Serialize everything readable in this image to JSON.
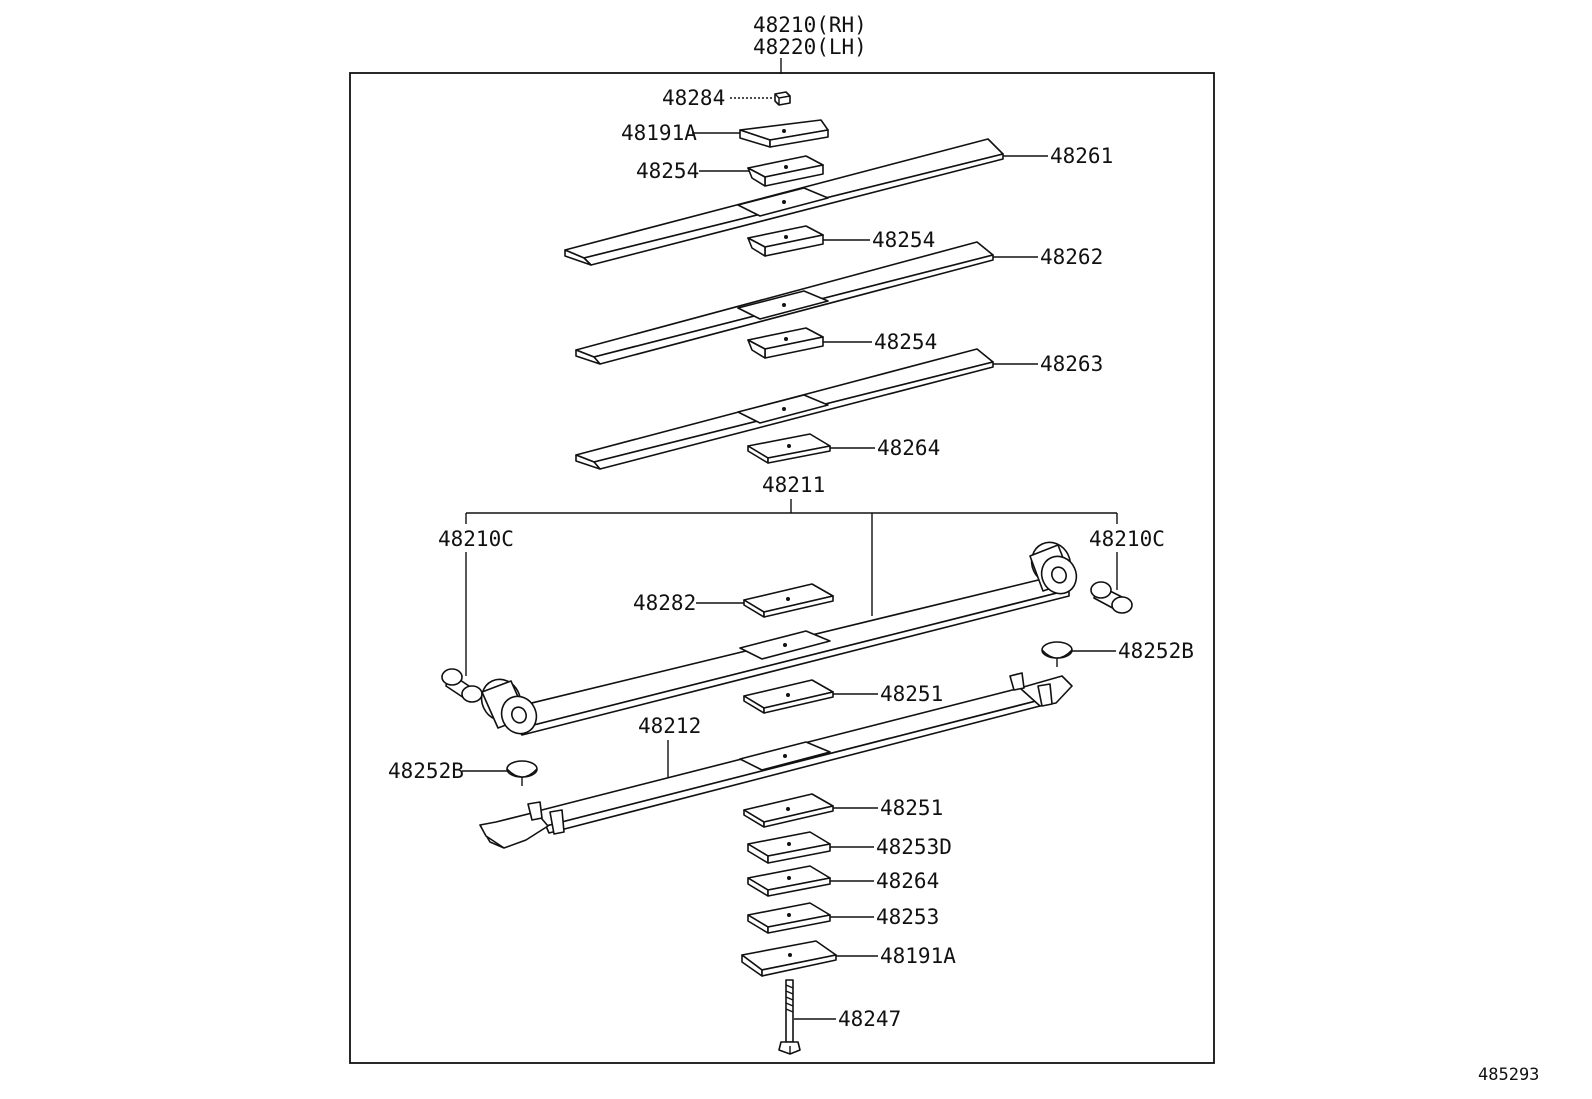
{
  "diagram": {
    "assembly_numbers": [
      "48210(RH)",
      "48220(LH)"
    ],
    "spring_set": "48211",
    "figure_number": "485293",
    "parts": {
      "nut": "48284",
      "pad_top": "48191A",
      "liner_1": "48254",
      "leaf_1": "48261",
      "liner_2": "48254",
      "leaf_2": "48262",
      "liner_3": "48254",
      "leaf_3": "48263",
      "spacer_1": "48264",
      "bushing_left": "48210C",
      "bushing_right": "48210C",
      "liner_4": "48282",
      "bumper_right": "48252B",
      "liner_5": "48251",
      "leaf_4": "48212",
      "bumper_left": "48252B",
      "liner_6": "48251",
      "spacer_2": "48253D",
      "spacer_3": "48264",
      "spacer_4": "48253",
      "pad_bottom": "48191A",
      "center_bolt": "48247"
    }
  }
}
